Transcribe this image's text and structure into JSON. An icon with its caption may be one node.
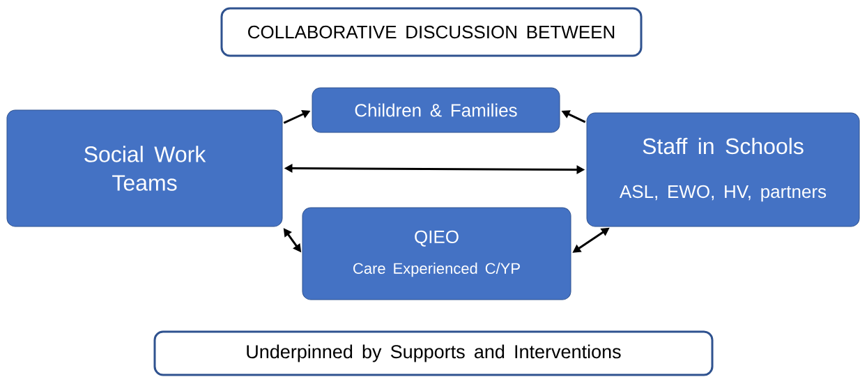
{
  "diagram": {
    "nodes": [
      {
        "text": [
          "COLLABORATIVE DISCUSSION BETWEEN"
        ]
      },
      {
        "text": [
          "Social Work Teams"
        ]
      },
      {
        "text": [
          "Children & Families"
        ]
      },
      {
        "text": [
          "Staff in Schools",
          "ASL, EWO, HV, partners"
        ]
      },
      {
        "text": [
          "QIEO",
          "Care Experienced C/YP"
        ]
      },
      {
        "text": [
          "Underpinned by Supports and Interventions"
        ]
      }
    ],
    "edges": [
      {
        "from": 1,
        "to": 2,
        "arrow": "to"
      },
      {
        "from": 3,
        "to": 2,
        "arrow": "to"
      },
      {
        "from": 1,
        "to": 3,
        "arrow": "both"
      },
      {
        "from": 1,
        "to": 4,
        "arrow": "both"
      },
      {
        "from": 4,
        "to": 3,
        "arrow": "both"
      }
    ]
  }
}
